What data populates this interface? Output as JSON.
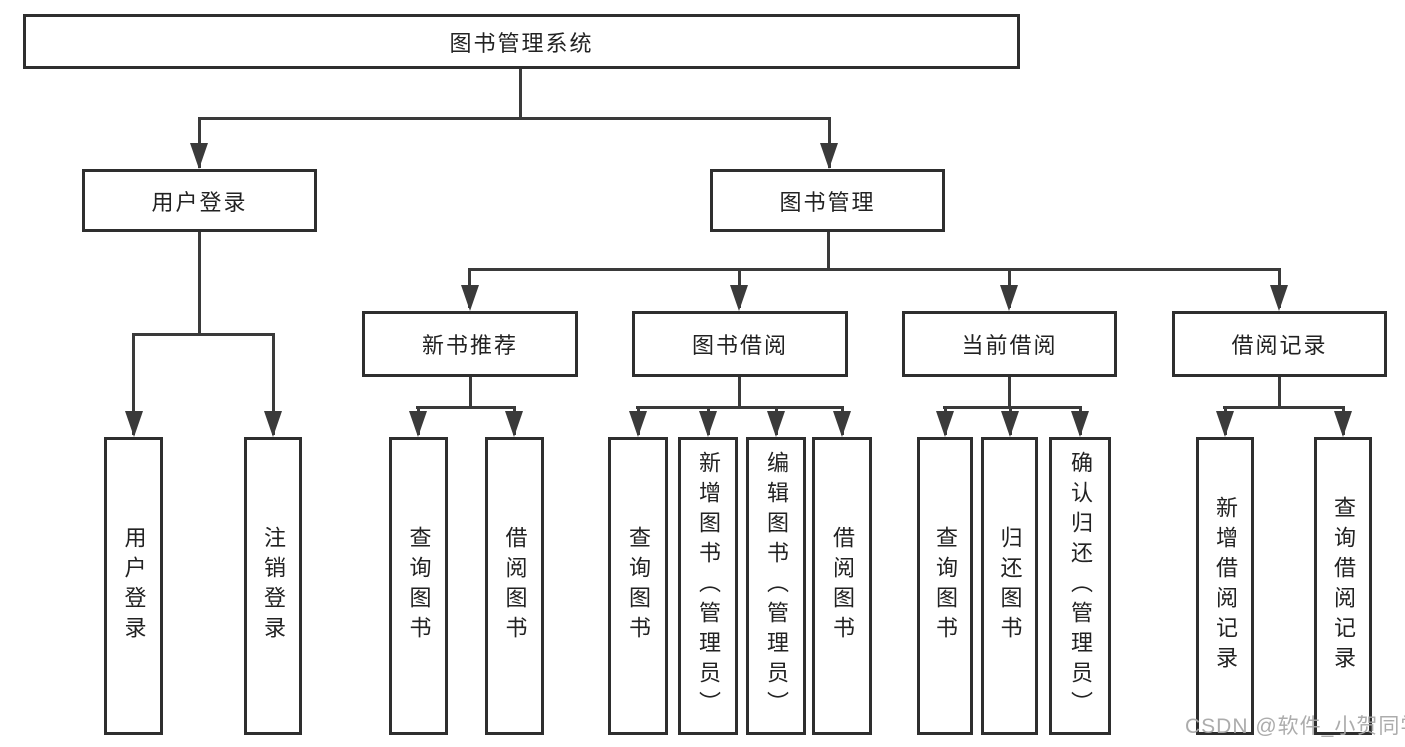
{
  "diagram_title": "图书管理系统",
  "tree": {
    "root": {
      "label": "图书管理系统"
    },
    "branches": [
      {
        "label": "用户登录",
        "children": [
          {
            "label": "用户登录"
          },
          {
            "label": "注销登录"
          }
        ]
      },
      {
        "label": "图书管理",
        "children": [
          {
            "label": "新书推荐",
            "children": [
              {
                "label": "查询图书"
              },
              {
                "label": "借阅图书"
              }
            ]
          },
          {
            "label": "图书借阅",
            "children": [
              {
                "label": "查询图书"
              },
              {
                "label": "新增图书（管理员）"
              },
              {
                "label": "编辑图书（管理员）"
              },
              {
                "label": "借阅图书"
              }
            ]
          },
          {
            "label": "当前借阅",
            "children": [
              {
                "label": "查询图书"
              },
              {
                "label": "归还图书"
              },
              {
                "label": "确认归还（管理员）"
              }
            ]
          },
          {
            "label": "借阅记录",
            "children": [
              {
                "label": "新增借阅记录"
              },
              {
                "label": "查询借阅记录"
              }
            ]
          }
        ]
      }
    ]
  },
  "watermark": "CSDN @软件_小贺同学",
  "colors": {
    "background": "#ffffff",
    "box_border": "#2e2e2e",
    "connector": "#3a3a3a",
    "text": "#222222",
    "watermark": "#a8a8a8"
  }
}
